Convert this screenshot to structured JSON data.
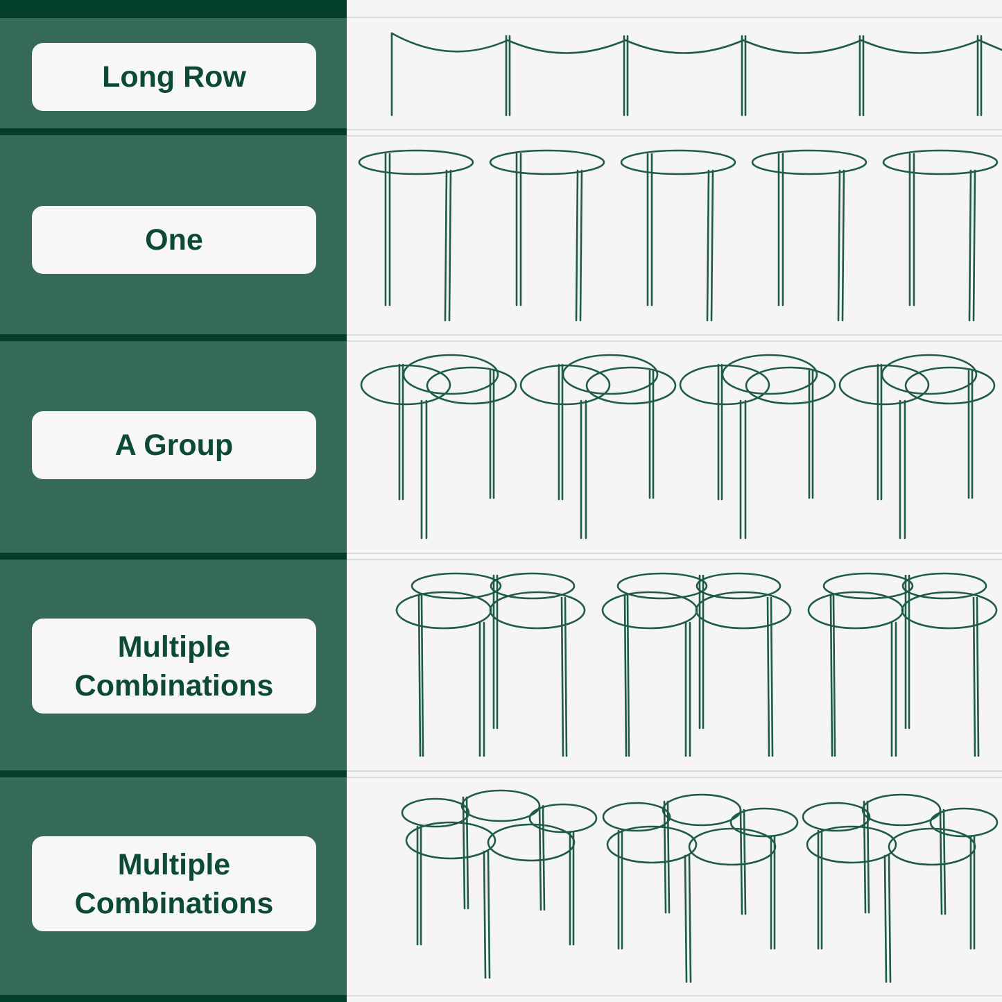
{
  "colors": {
    "panel": "#356a57",
    "band": "#033e2b",
    "label_text": "#0d4a33",
    "wire": "#1f5c43",
    "background": "#f5f6f5"
  },
  "rows": [
    {
      "label": "Long Row",
      "icon": "long-row-stakes-icon"
    },
    {
      "label": "One",
      "icon": "single-stakes-icon"
    },
    {
      "label": "A Group",
      "icon": "group-stakes-icon"
    },
    {
      "label": "Multiple Combinations",
      "icon": "triple-stakes-icon"
    },
    {
      "label": "Multiple Combinations",
      "icon": "quad-stakes-icon"
    }
  ]
}
